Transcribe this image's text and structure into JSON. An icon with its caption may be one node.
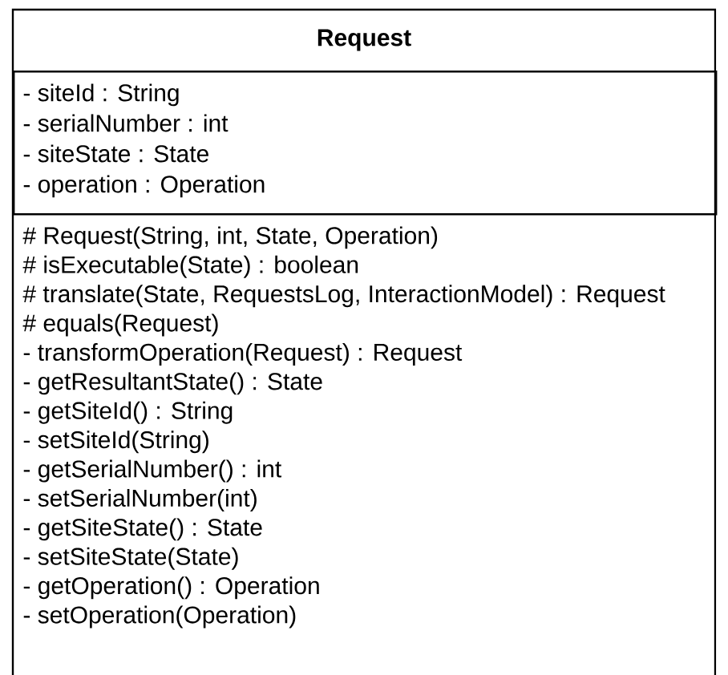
{
  "diagram": {
    "nodes": [
      {
        "text": [
          "Request"
        ]
      },
      {
        "text": [
          "- siteId : String",
          "- serialNumber : int",
          "- siteState : State",
          "- operation : Operation"
        ],
        "in": 0
      },
      {
        "text": [
          "# Request(String, int, State, Operation)",
          "# isExecutable(State) : boolean",
          "# translate(State, RequestsLog, InteractionModel) : Request",
          "# equals(Request)",
          "- transformOperation(Request) : Request",
          "- getResultantState() : State",
          "- getSiteId() : String",
          "- setSiteId(String)",
          "- getSerialNumber() : int",
          "- setSerialNumber(int)",
          "- getSiteState() : State",
          "- setSiteState(State)",
          "- getOperation() : Operation",
          "- setOperation(Operation)"
        ],
        "in": 0
      }
    ]
  }
}
